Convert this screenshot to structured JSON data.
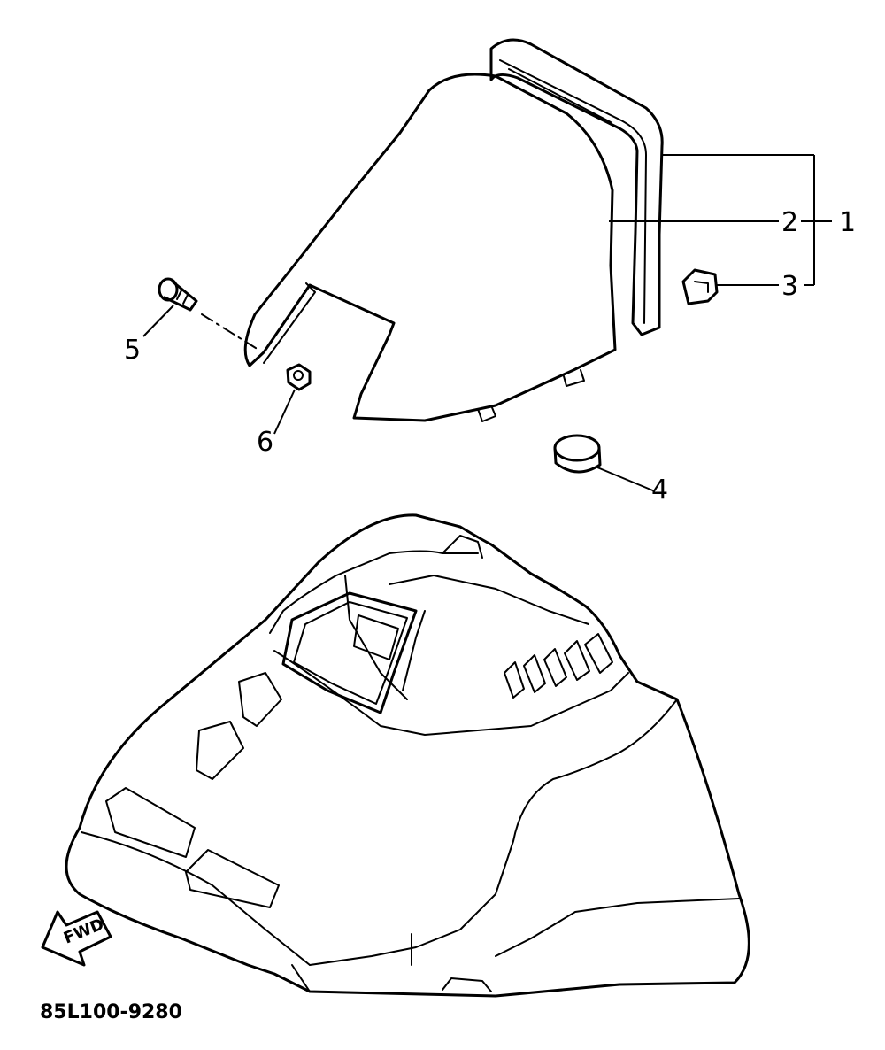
{
  "diagram": {
    "part_code": "85L100-9280",
    "direction_label": "FWD",
    "callouts": [
      "1",
      "2",
      "3",
      "4",
      "5",
      "6"
    ]
  }
}
